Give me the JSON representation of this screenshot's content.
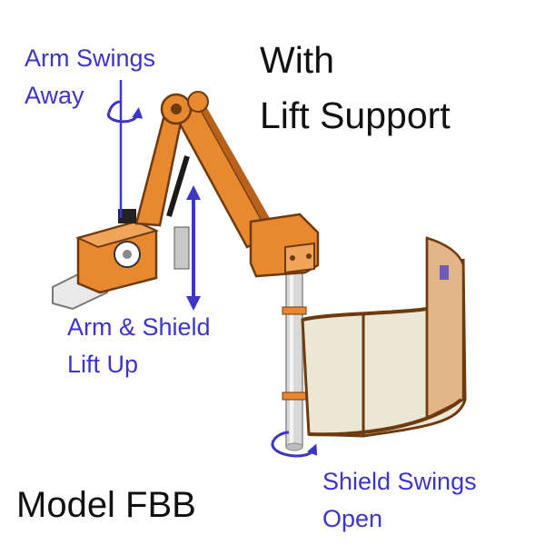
{
  "title": {
    "line1": "With",
    "line2": "Lift Support"
  },
  "model_label": "Model FBB",
  "annotations": {
    "arm_swings": {
      "line1": "Arm Swings",
      "line2": "Away"
    },
    "arm_lift": {
      "line1": "Arm & Shield",
      "line2": "Lift Up"
    },
    "shield_swings": {
      "line1": "Shield Swings",
      "line2": "Open"
    }
  },
  "colors": {
    "annotation": "#3b35c9",
    "arm_orange": "#e8892f",
    "arm_dark": "#6e3a10",
    "pole_gray": "#d8d8d8",
    "shield_glass": "#ece6d4",
    "text": "#111111"
  }
}
